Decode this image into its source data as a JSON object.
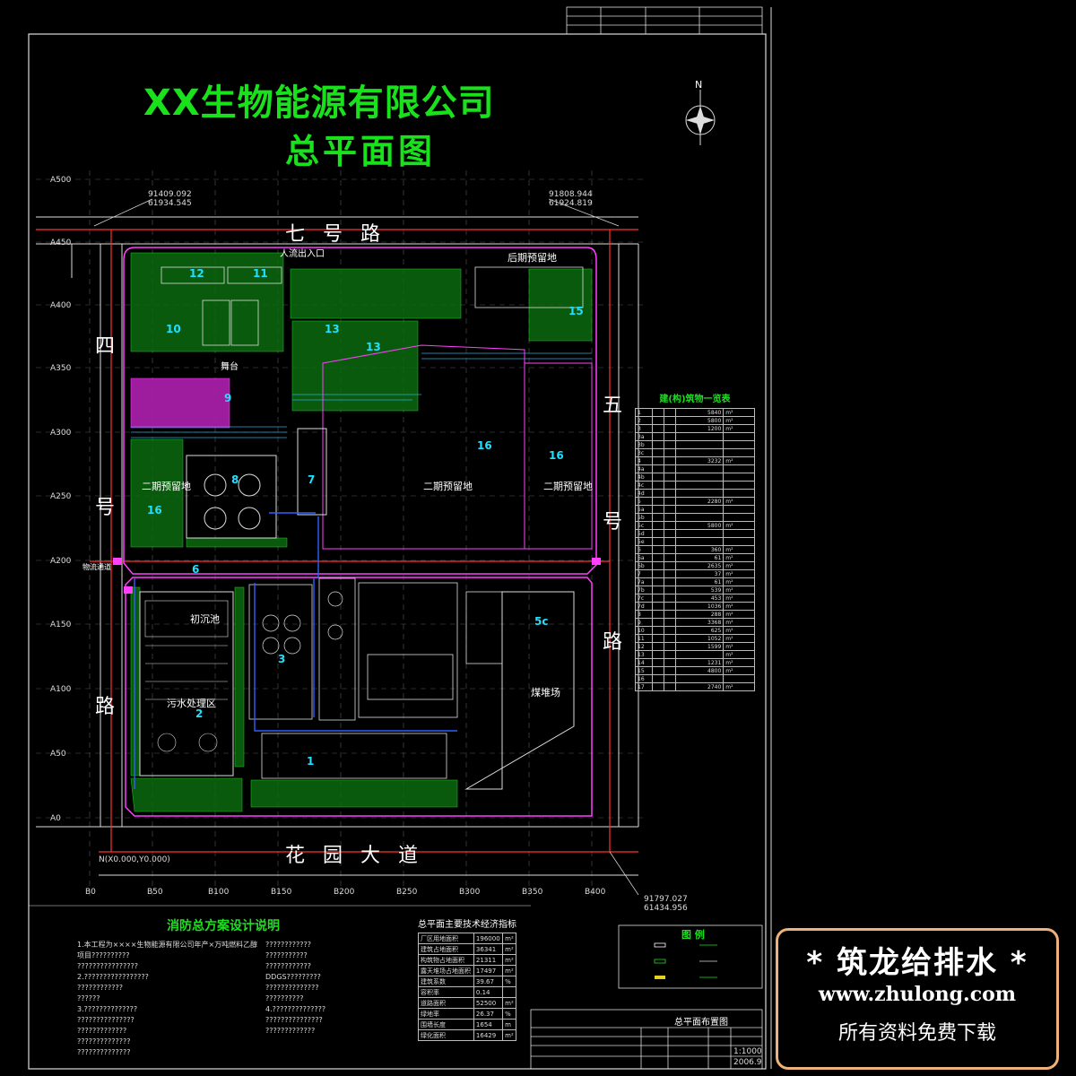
{
  "drawing": {
    "company_title": "XX生物能源有限公司",
    "plan_title": "总平面图",
    "north_label": "N"
  },
  "roads": {
    "north": "七号路",
    "south": "花园大道",
    "west": [
      "四",
      "号",
      "路"
    ],
    "east": [
      "五",
      "号",
      "路"
    ]
  },
  "coordinates": {
    "nw": [
      "91409.092",
      "61934.545"
    ],
    "ne": [
      "91808.944",
      "61924.819"
    ],
    "se": [
      "91797.027",
      "61434.956"
    ],
    "origin": "N(X0.000,Y0.000)"
  },
  "grid_labels": {
    "left": [
      "A500",
      "A450",
      "A400",
      "A350",
      "A300",
      "A250",
      "A200",
      "A150",
      "A100",
      "A50",
      "A0"
    ],
    "bottom": [
      "B0",
      "B50",
      "B100",
      "B150",
      "B200",
      "B250",
      "B300",
      "B350",
      "B400"
    ]
  },
  "site_labels": {
    "late_reserve": "后期预留地",
    "entrance": "人流出入口",
    "stage": "舞台",
    "phase2_reserve_a": "二期预留地",
    "phase2_reserve_b": "二期预留地",
    "phase2_reserve_c": "二期预留地",
    "primary_settling": "初沉池",
    "sewage_area": "污水处理区",
    "coal_yard": "煤堆场",
    "logistics": "物流通道"
  },
  "building_numbers": [
    "12",
    "11",
    "10",
    "9",
    "13",
    "13",
    "15",
    "16",
    "16",
    "16",
    "8",
    "7",
    "6",
    "5c",
    "3",
    "2",
    "1"
  ],
  "fire_section": {
    "title": "消防总方案设计说明",
    "lines_left": [
      "1.本工程为××××生物能源有限公司年产×万吨燃料乙醇",
      "  项目??????????",
      "  ????????????????",
      "2.?????????????????",
      "  ????????????",
      "  ??????",
      "3.??????????????",
      "  ???????????????",
      "  ?????????????",
      "  ??????????????",
      "  ??????????????"
    ],
    "lines_right": [
      "????????????",
      "???????????",
      "????????????",
      "DDGS?????????",
      "??????????????",
      "??????????",
      "4.??????????????",
      "  ???????????????",
      "  ?????????????"
    ]
  },
  "tech_table": {
    "title": "总平面主要技术经济指标",
    "rows": [
      [
        "厂区用地面积",
        "196000",
        "m²"
      ],
      [
        "建筑占地面积",
        "36341",
        "m²"
      ],
      [
        "构筑物占地面积",
        "21311",
        "m²"
      ],
      [
        "露天堆场占地面积",
        "17497",
        "m²"
      ],
      [
        "建筑系数",
        "39.67",
        "%"
      ],
      [
        "容积率",
        "0.14",
        ""
      ],
      [
        "道路面积",
        "52500",
        "m²"
      ],
      [
        "绿地率",
        "26.37",
        "%"
      ],
      [
        "围墙长度",
        "1654",
        "m"
      ],
      [
        "绿化面积",
        "16429",
        "m²"
      ]
    ]
  },
  "bldg_table": {
    "title": "建(构)筑物一览表",
    "rows": [
      [
        "1",
        "",
        "",
        "5840",
        "m²"
      ],
      [
        "2",
        "",
        "",
        "5800",
        "m²"
      ],
      [
        "3",
        "",
        "",
        "1200",
        "m²"
      ],
      [
        "3a",
        "",
        "",
        "",
        ""
      ],
      [
        "3b",
        "",
        "",
        "",
        ""
      ],
      [
        "3c",
        "",
        "",
        "",
        ""
      ],
      [
        "4",
        "",
        "",
        "3232",
        "m²"
      ],
      [
        "4a",
        "",
        "",
        "",
        ""
      ],
      [
        "4b",
        "",
        "",
        "",
        ""
      ],
      [
        "4c",
        "",
        "",
        "",
        ""
      ],
      [
        "4d",
        "",
        "",
        "",
        ""
      ],
      [
        "5",
        "",
        "",
        "2280",
        "m²"
      ],
      [
        "5a",
        "",
        "",
        "",
        ""
      ],
      [
        "5b",
        "",
        "",
        "",
        ""
      ],
      [
        "5c",
        "",
        "",
        "5800",
        "m²"
      ],
      [
        "5d",
        "",
        "",
        "",
        ""
      ],
      [
        "5e",
        "",
        "",
        "",
        ""
      ],
      [
        "6",
        "",
        "",
        "360",
        "m²"
      ],
      [
        "6a",
        "",
        "",
        "61",
        "m²"
      ],
      [
        "6b",
        "",
        "",
        "2635",
        "m²"
      ],
      [
        "7",
        "",
        "",
        "37",
        "m²"
      ],
      [
        "7a",
        "",
        "",
        "61",
        "m²"
      ],
      [
        "7b",
        "",
        "",
        "539",
        "m²"
      ],
      [
        "7c",
        "",
        "",
        "453",
        "m²"
      ],
      [
        "7d",
        "",
        "",
        "1036",
        "m²"
      ],
      [
        "8",
        "",
        "",
        "288",
        "m²"
      ],
      [
        "9",
        "",
        "",
        "3368",
        "m²"
      ],
      [
        "10",
        "",
        "",
        "625",
        "m²"
      ],
      [
        "11",
        "",
        "",
        "1052",
        "m²"
      ],
      [
        "12",
        "",
        "",
        "1599",
        "m²"
      ],
      [
        "13",
        "",
        "",
        "",
        "m²"
      ],
      [
        "14",
        "",
        "",
        "1231",
        "m²"
      ],
      [
        "15",
        "",
        "",
        "4800",
        "m²"
      ],
      [
        "16",
        "",
        "",
        "",
        ""
      ],
      [
        "17",
        "",
        "",
        "2740",
        "m²"
      ]
    ]
  },
  "legend": {
    "title": "图 例"
  },
  "title_block": {
    "drawing_name": "总平面布置图",
    "scale": "1:1000",
    "date": "2006.9"
  },
  "watermark": {
    "line1": "* 筑龙给排水 *",
    "line2": "www.zhulong.com",
    "line3": "所有资料免费下载"
  },
  "colors": {
    "title_green": "#19e21d",
    "road_line": "#ff3030",
    "wall_magenta": "#ff40ff",
    "label_cyan": "#20e0ff",
    "water_blue": "#3060ff",
    "watermark_border": "#f0b079"
  }
}
